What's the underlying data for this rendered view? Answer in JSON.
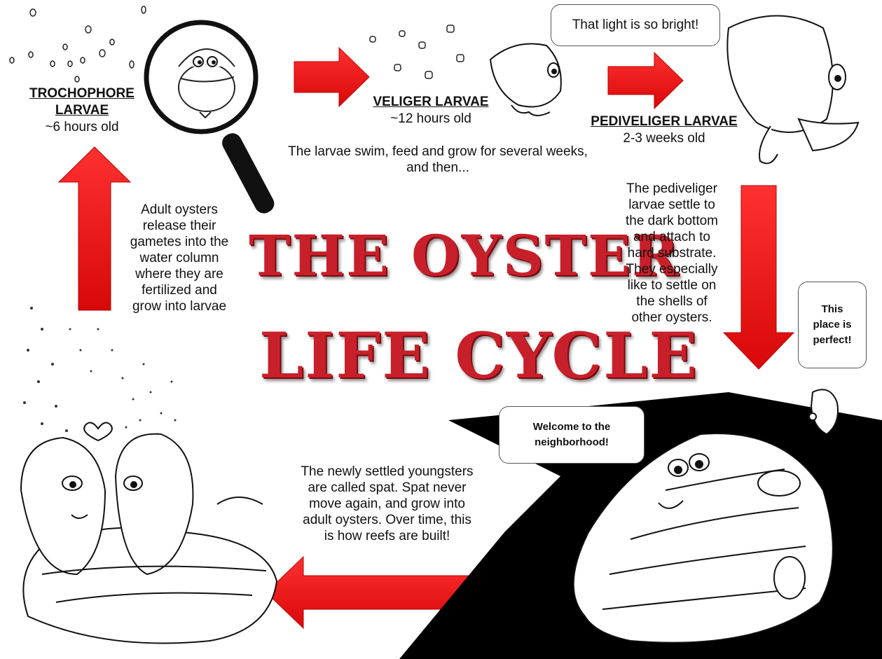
{
  "title": {
    "line1": "THE OYSTER",
    "line2": "LIFE CYCLE"
  },
  "stages": {
    "trochophore": {
      "title_line1": "TROCHOPHORE",
      "title_line2": "LARVAE",
      "age": "~6 hours old"
    },
    "veliger": {
      "title": "VELIGER LARVAE",
      "age": "~12 hours old"
    },
    "pediveliger": {
      "title": "PEDIVELIGER LARVAE",
      "age": "2-3 weeks old"
    }
  },
  "captions": {
    "swim": [
      "The larvae swim, feed and grow for several weeks,",
      "and then..."
    ],
    "settle": [
      "The pediveliger",
      "larvae settle to",
      "the dark bottom",
      "and attach to",
      "hard substrate.",
      "They especially",
      "like to settle on",
      "the shells of",
      "other oysters."
    ],
    "spat": [
      "The newly settled youngsters",
      "are called spat.  Spat never",
      "move again, and grow into",
      "adult oysters.  Over time, this",
      "is how reefs are built!"
    ],
    "adult": [
      "Adult oysters",
      "release their",
      "gametes into the",
      "water column",
      "where they are",
      "fertilized and",
      "grow into larvae"
    ]
  },
  "bubbles": {
    "light": "That light is so bright!",
    "place": [
      "This",
      "place is",
      "perfect!"
    ],
    "welcome": [
      "Welcome to the",
      "neighborhood!"
    ]
  },
  "colors": {
    "arrow": "#ee1111",
    "title": "#c8202a",
    "ink": "#111111"
  }
}
